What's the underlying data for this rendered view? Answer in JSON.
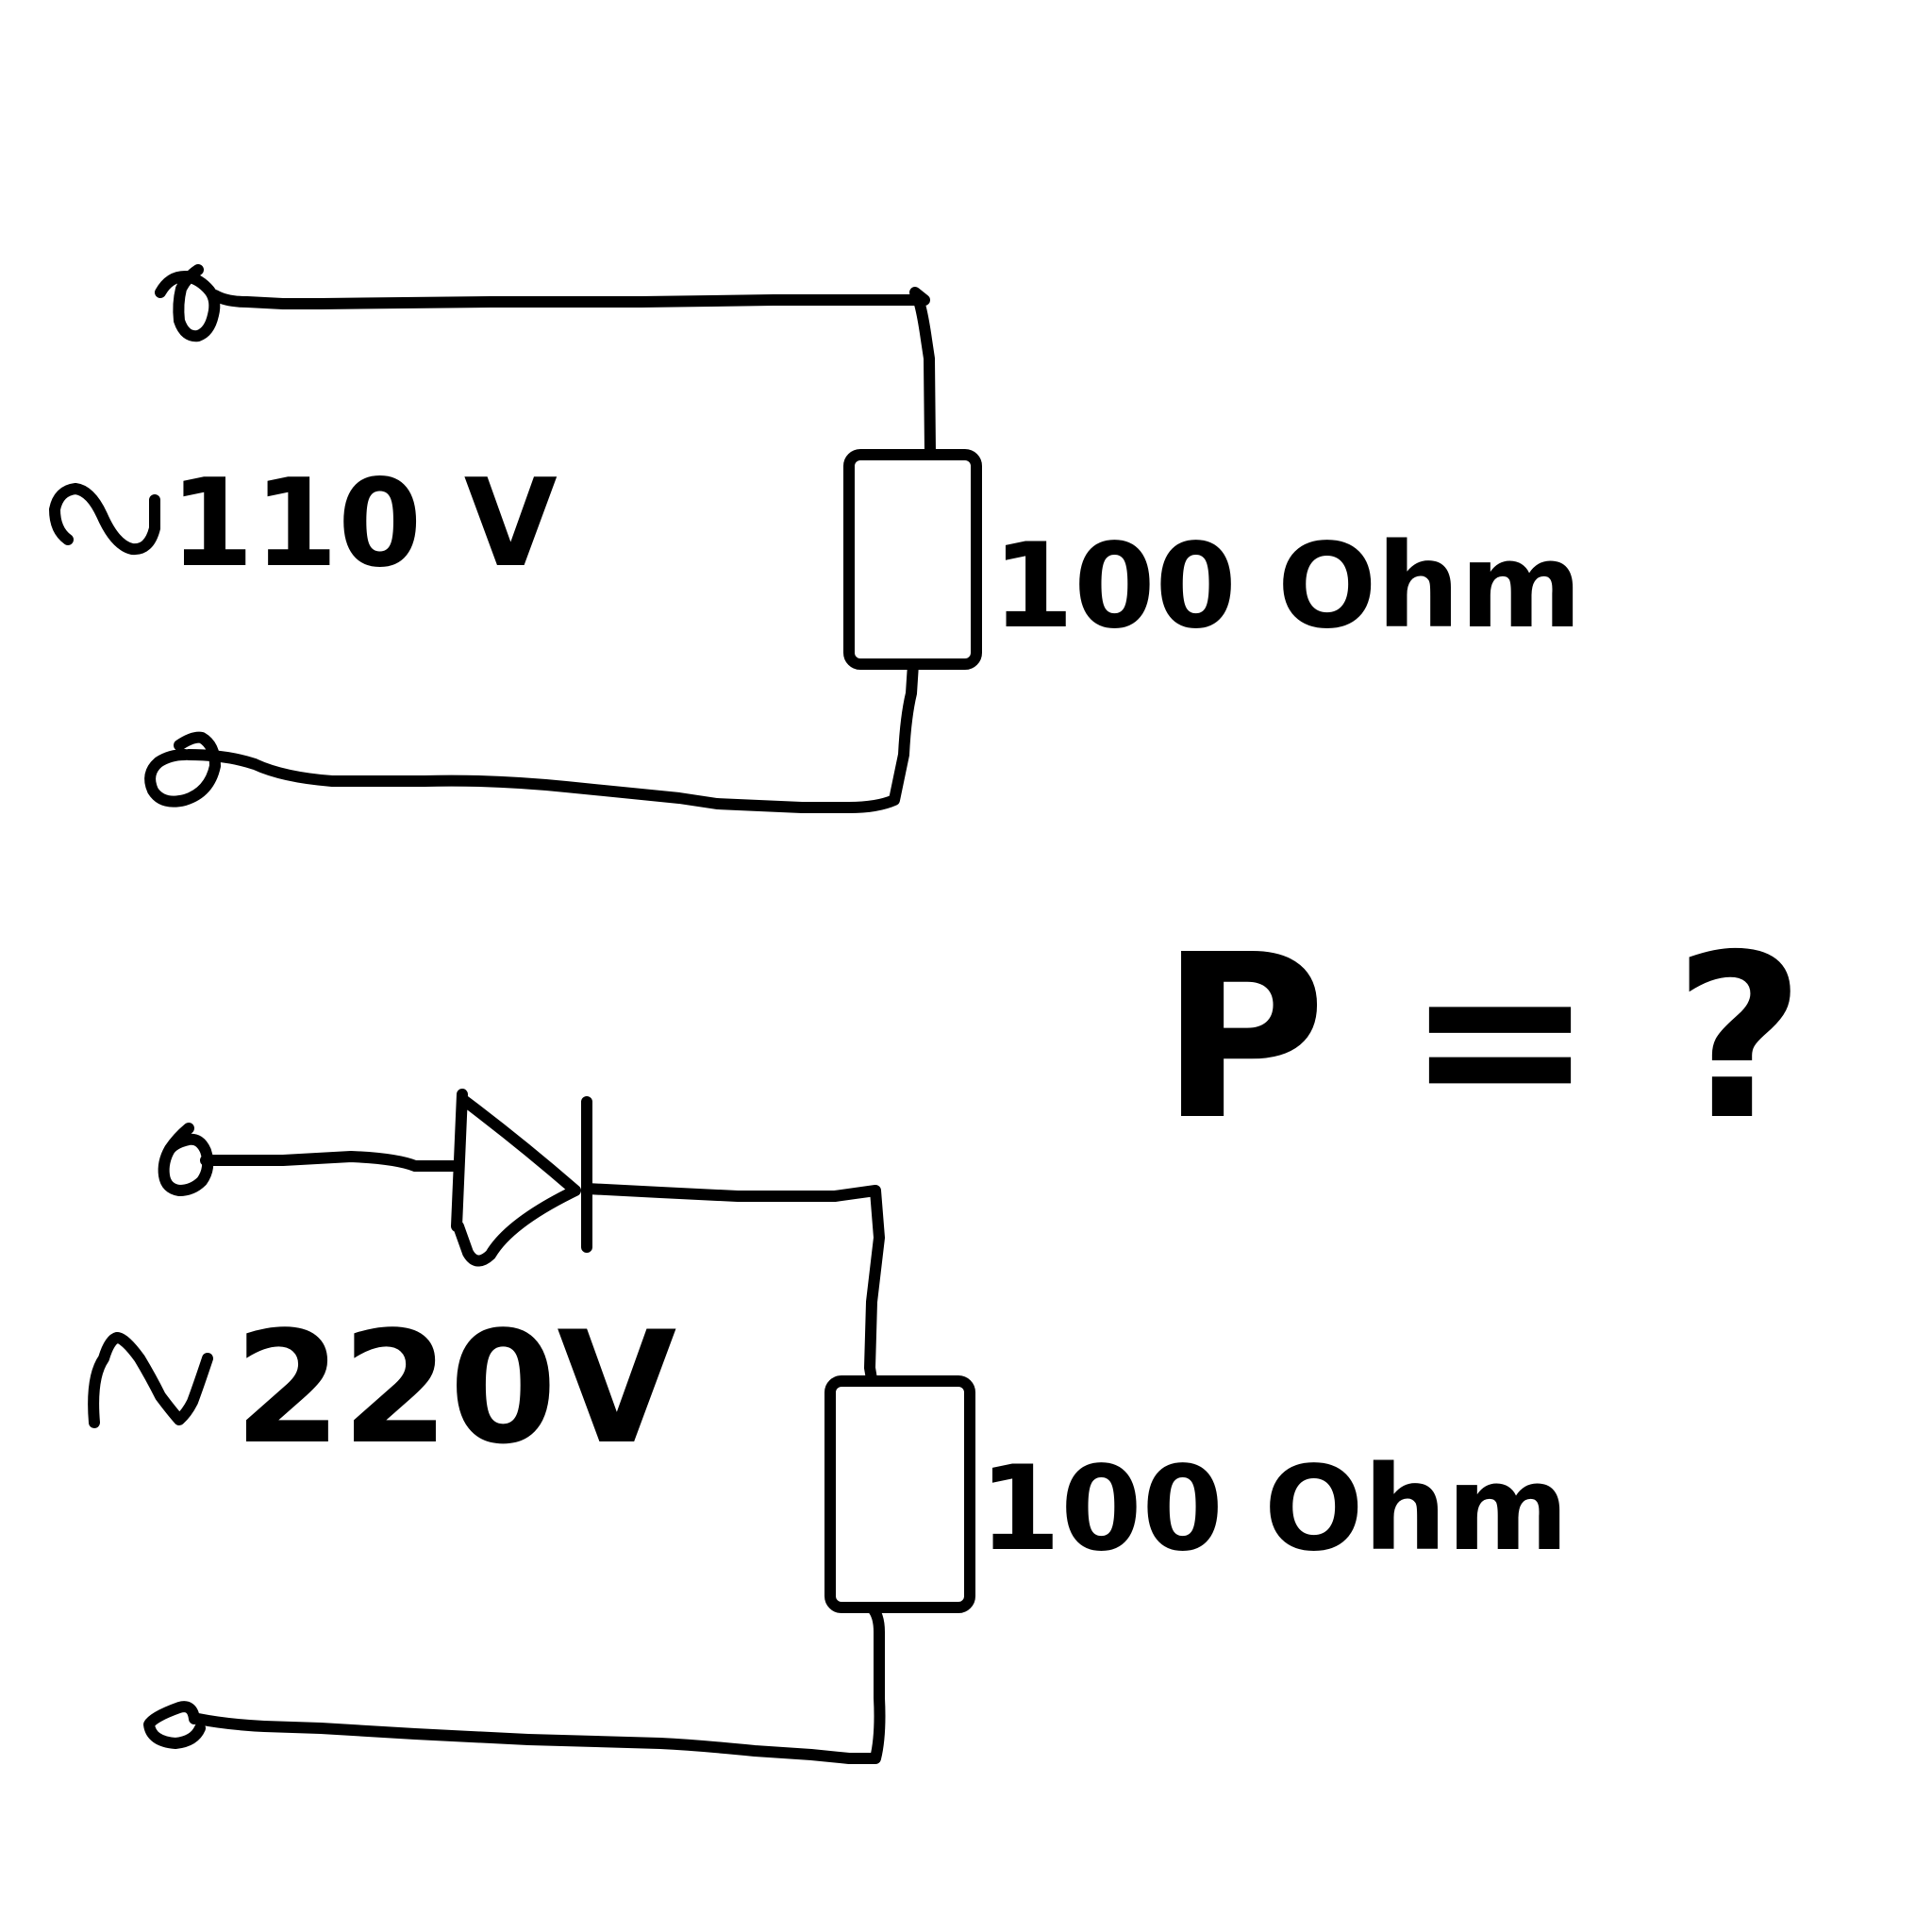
{
  "circuit_top": {
    "source_label": "110 V",
    "resistor_label": "100 Ohm",
    "ac_symbol_icon": "ac-sine-icon"
  },
  "circuit_bottom": {
    "source_label": "220V",
    "resistor_label": "100 Ohm",
    "diode_icon": "diode-icon",
    "ac_symbol_icon": "ac-sine-icon"
  },
  "question": "P = ?",
  "colors": {
    "ink": "#000000",
    "background": "#ffffff"
  }
}
